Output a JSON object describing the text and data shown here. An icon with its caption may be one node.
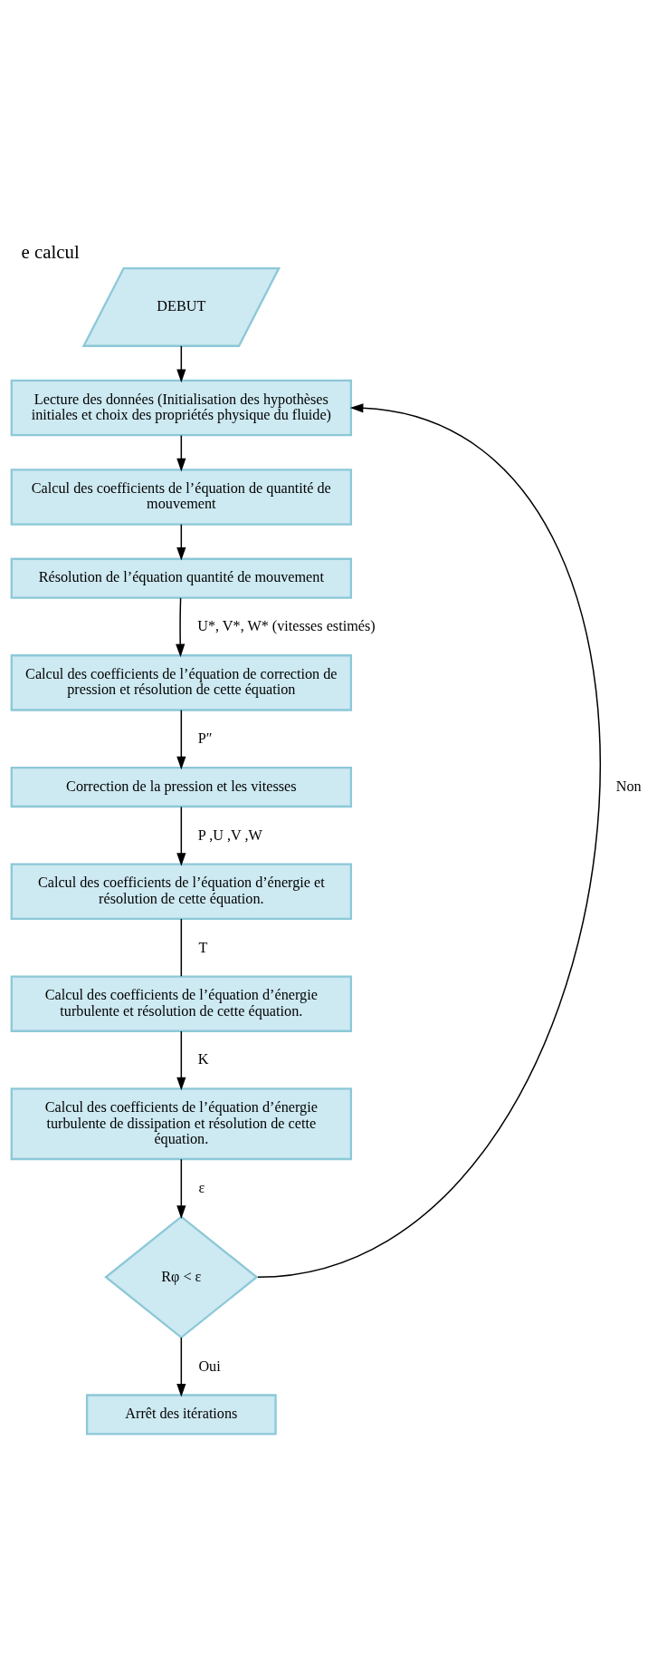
{
  "diagram": {
    "title": "e calcul",
    "nodes": [
      {
        "text": [
          "DEBUT"
        ]
      },
      {
        "text": [
          "Lecture des données (Initialisation des hypothèses initiales et choix des propriétés physique du fluide)"
        ]
      },
      {
        "text": [
          "Calcul des coefficients de l’équation de quantité de mouvement"
        ]
      },
      {
        "text": [
          "Résolution de l’équation quantité de mouvement"
        ]
      },
      {
        "text": [
          "Calcul des coefficients de l’équation de correction de pression et résolution de cette équation"
        ]
      },
      {
        "text": [
          "Correction de la pression et les vitesses"
        ]
      },
      {
        "text": [
          "Calcul des coefficients de l’équation d’énergie et résolution de cette équation."
        ]
      },
      {
        "text": [
          "Calcul des coefficients de l’équation d’énergie turbulente et résolution de cette équation."
        ]
      },
      {
        "text": [
          "Calcul des coefficients de l’équation d’énergie turbulente de dissipation et résolution de cette équation."
        ]
      },
      {
        "text": [
          "Rφ < ε"
        ]
      },
      {
        "text": [
          "Arrêt des itérations"
        ]
      }
    ],
    "edges": [
      {
        "from": 0,
        "to": 1,
        "arrow": "to"
      },
      {
        "from": 1,
        "to": 2,
        "arrow": "to"
      },
      {
        "from": 2,
        "to": 3,
        "arrow": "to"
      },
      {
        "from": 3,
        "to": 4,
        "arrow": "to",
        "label": "U*, V*, W* (vitesses estimés)"
      },
      {
        "from": 4,
        "to": 5,
        "arrow": "to",
        "label": "P″"
      },
      {
        "from": 5,
        "to": 6,
        "arrow": "to",
        "label": "P ,U ,V ,W"
      },
      {
        "from": 6,
        "to": 7,
        "arrow": "none",
        "label": "T"
      },
      {
        "from": 7,
        "to": 8,
        "arrow": "to",
        "label": "K"
      },
      {
        "from": 8,
        "to": 9,
        "arrow": "to",
        "label": "ε"
      },
      {
        "from": 9,
        "to": 10,
        "arrow": "to",
        "label": "Oui"
      },
      {
        "from": 9,
        "to": 1,
        "arrow": "to",
        "label": "Non"
      }
    ]
  }
}
